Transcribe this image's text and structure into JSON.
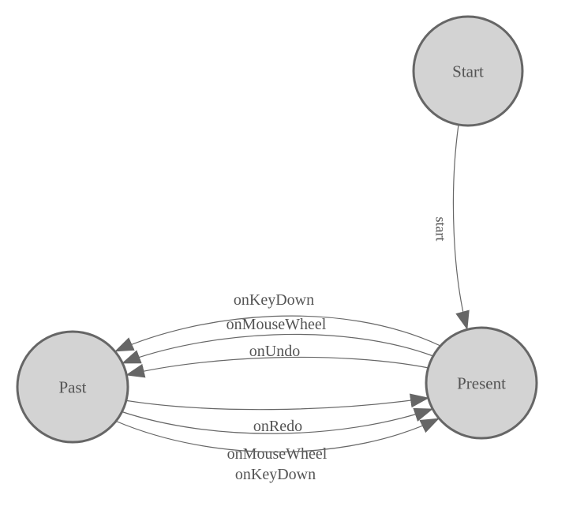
{
  "diagram": {
    "type": "state-machine",
    "colors": {
      "background": "#ffffff",
      "node_fill": "#d3d3d3",
      "node_stroke": "#666666",
      "edge_color": "#666666",
      "label_color": "#545454"
    },
    "nodes": [
      {
        "id": "start",
        "label": "Start"
      },
      {
        "id": "past",
        "label": "Past"
      },
      {
        "id": "present",
        "label": "Present"
      }
    ],
    "edges": [
      {
        "from": "start",
        "to": "present",
        "label": "start"
      },
      {
        "from": "present",
        "to": "past",
        "label": "onKeyDown"
      },
      {
        "from": "present",
        "to": "past",
        "label": "onMouseWheel"
      },
      {
        "from": "present",
        "to": "past",
        "label": "onUndo"
      },
      {
        "from": "past",
        "to": "present",
        "label": "onRedo"
      },
      {
        "from": "past",
        "to": "present",
        "label": "onMouseWheel"
      },
      {
        "from": "past",
        "to": "present",
        "label": "onKeyDown"
      }
    ]
  }
}
